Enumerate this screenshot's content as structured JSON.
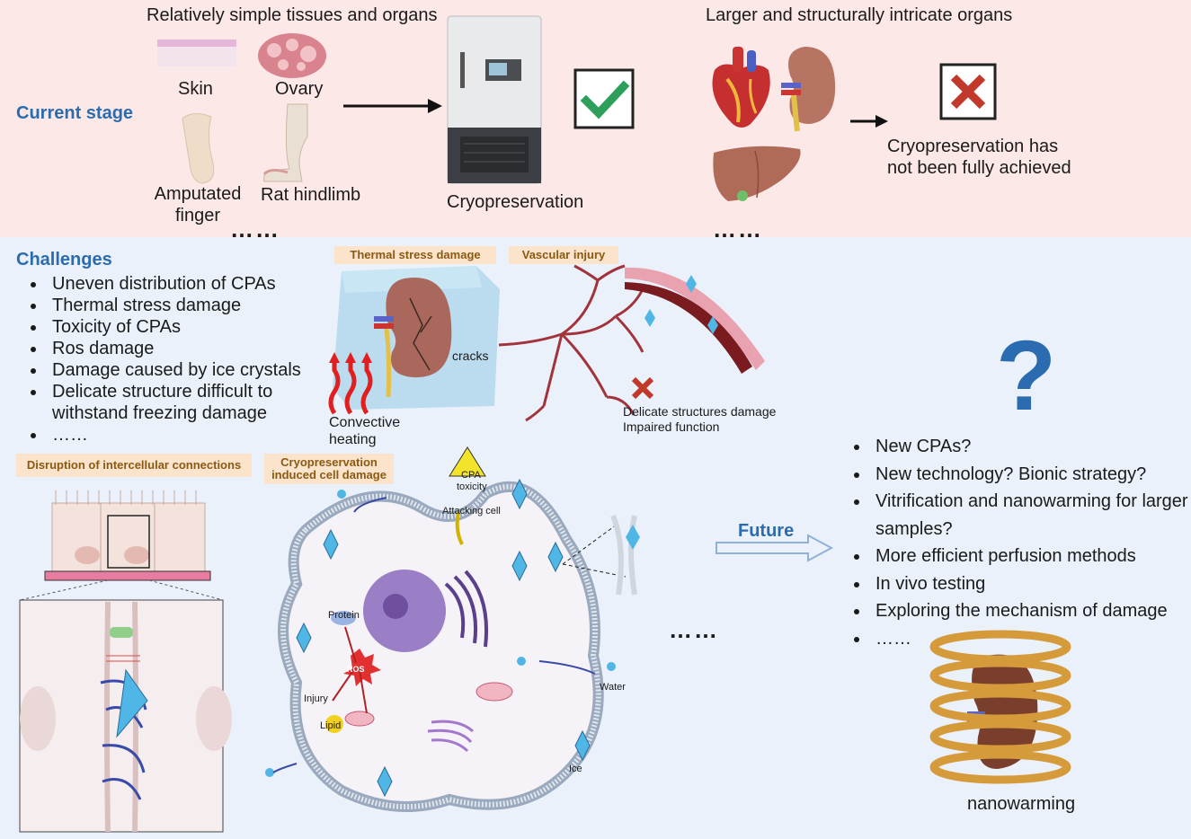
{
  "current_stage": {
    "label": "Current stage",
    "simple_heading": "Relatively simple tissues and organs",
    "items": [
      "Skin",
      "Ovary",
      "Amputated finger",
      "Rat hindlimb"
    ],
    "ellipsis_left": "……",
    "freezer_caption": "Cryopreservation",
    "complex_heading": "Larger and structurally intricate organs",
    "ellipsis_right": "……",
    "result_line1": "Cryopreservation has",
    "result_line2": "not been fully achieved"
  },
  "challenges": {
    "label": "Challenges",
    "items": [
      "Uneven distribution of CPAs",
      "Thermal stress damage",
      "Toxicity of CPAs",
      "Ros damage",
      "Damage caused by ice crystals",
      "Delicate structure difficult to withstand freezing damage",
      "……"
    ]
  },
  "thermal": {
    "tag": "Thermal stress damage",
    "cracks": "cracks",
    "heating_line1": "Convective",
    "heating_line2": "heating"
  },
  "vascular": {
    "tag": "Vascular injury",
    "line1": "Delicate structures damage",
    "line2": "Impaired function"
  },
  "intercellular": {
    "tag": "Disruption of intercellular connections"
  },
  "cell": {
    "tag_line1": "Cryopreservation",
    "tag_line2": "induced cell damage",
    "cpa_line1": "CPA",
    "cpa_line2": "toxicity",
    "attacking": "Attacking cell",
    "protein": "Protein",
    "ros": "ROS",
    "injury": "Injury",
    "lipid": "Lipid",
    "water": "Water",
    "ice": "Ice"
  },
  "middle_ellipsis": "……",
  "future": {
    "label": "Future",
    "question_mark": "?",
    "items": [
      "New CPAs?",
      "New technology?  Bionic strategy?",
      "Vitrification and nanowarming for larger samples?",
      "More efficient perfusion methods",
      "In vivo testing",
      "Exploring the mechanism of damage",
      "……"
    ],
    "nanowarming": "nanowarming"
  },
  "colors": {
    "top_bg": "#fde8e8",
    "bottom_bg": "#eaf1fb",
    "accent_blue": "#2b6cb0",
    "check_green": "#2e9e5b",
    "cross_red": "#c0392b",
    "tag_bg": "#fbe3cc"
  }
}
